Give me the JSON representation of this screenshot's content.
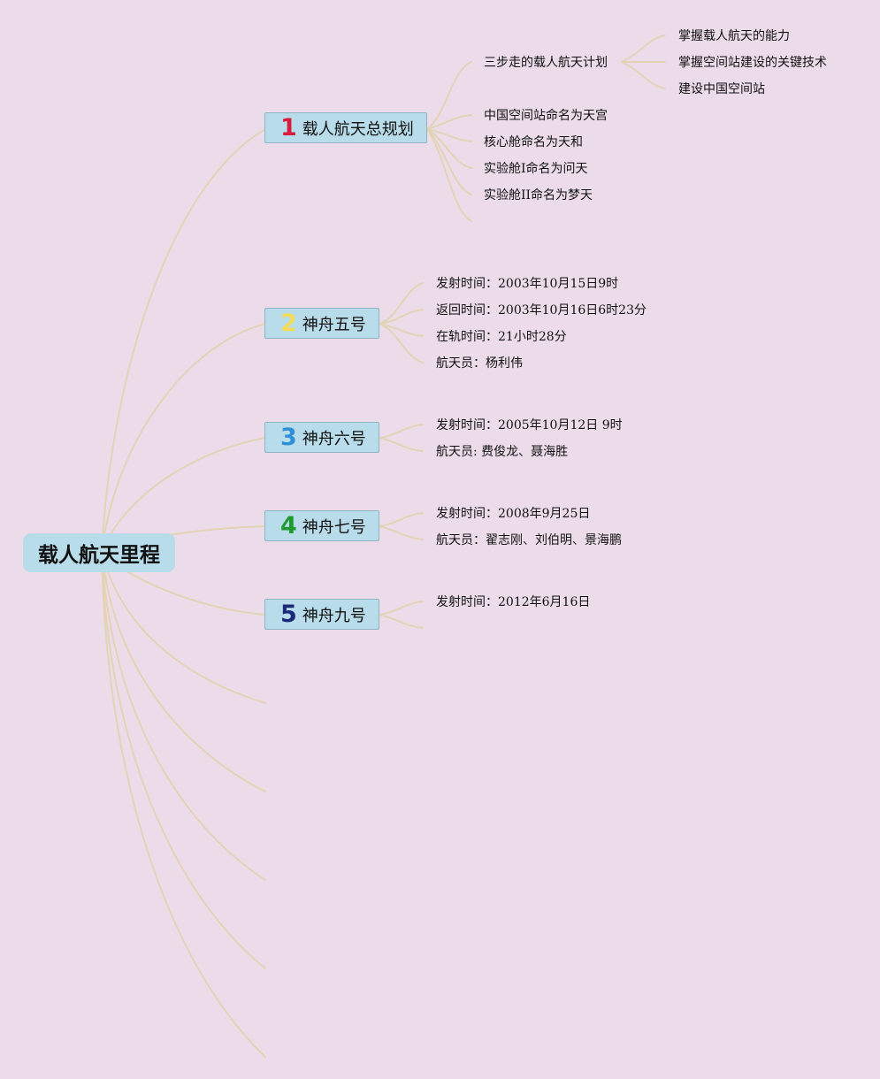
{
  "root": {
    "label": "载人航天里程"
  },
  "colors": {
    "background": "#ecdcea",
    "node_fill": "#b9dcea",
    "connector": "#e3d3b6",
    "num1": "#d81b3c",
    "num2": "#f2dc5a",
    "num3": "#2f8fd8",
    "num4": "#1f9a2e",
    "num5": "#1b2a78"
  },
  "topics": [
    {
      "number": "1",
      "label": "载人航天总规划",
      "children": [
        {
          "label": "三步走的载人航天计划",
          "children": [
            "掌握载人航天的能力",
            "掌握空间站建设的关键技术",
            "建设中国空间站"
          ]
        },
        {
          "label": "中国空间站命名为天宫"
        },
        {
          "label": "核心舱命名为天和"
        },
        {
          "label": "实验舱I命名为问天"
        },
        {
          "label": "实验舱II命名为梦天"
        }
      ]
    },
    {
      "number": "2",
      "label": "神舟五号",
      "children": [
        "发射时间：2003年10月15日9时",
        "返回时间：2003年10月16日6时23分",
        "在轨时间：21小时28分",
        "航天员：杨利伟"
      ]
    },
    {
      "number": "3",
      "label": "神舟六号",
      "children": [
        "发射时间：2005年10月12日 9时",
        "航天员: 费俊龙、聂海胜"
      ]
    },
    {
      "number": "4",
      "label": "神舟七号",
      "children": [
        "发射时间：2008年9月25日",
        "航天员：翟志刚、刘伯明、景海鹏"
      ]
    },
    {
      "number": "5",
      "label": "神舟九号",
      "children": [
        "发射时间：2012年6月16日"
      ]
    }
  ]
}
